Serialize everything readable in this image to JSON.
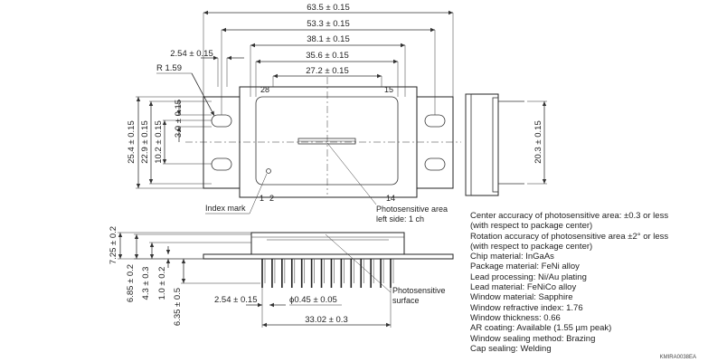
{
  "top_view": {
    "dims": {
      "overall_length": "63.5 ± 0.15",
      "length_53": "53.3 ± 0.15",
      "length_38": "38.1 ± 0.15",
      "length_35": "35.6 ± 0.15",
      "length_27": "27.2 ± 0.15",
      "pitch_254": "2.54 ± 0.15",
      "radius": "R 1.59",
      "hole_30": "3.0 ± 0.15",
      "height_102": "10.2 ± 0.15",
      "height_229": "22.9 ± 0.15",
      "height_254": "25.4 ± 0.15"
    },
    "pins": {
      "p28": "28",
      "p15": "15",
      "p1": "1",
      "p2": "2",
      "p14": "14"
    },
    "index_mark": "Index mark",
    "photosensitive_area_line1": "Photosensitive area",
    "photosensitive_area_line2": "left side: 1 ch"
  },
  "side_view": {
    "dims": {
      "height_203": "20.3 ± 0.15"
    }
  },
  "front_view": {
    "dims": {
      "h_725": "7.25 ± 0.2",
      "h_685": "6.85 ± 0.2",
      "h_43": "4.3 ± 0.3",
      "h_10": "1.0 ± 0.2",
      "h_635": "6.35 ± 0.5",
      "pitch_254": "2.54 ± 0.15",
      "pin_diameter": "ϕ0.45 ± 0.05",
      "span_3302": "33.02 ± 0.3"
    },
    "photosensitive_surface_line1": "Photosensitive",
    "photosensitive_surface_line2": "surface"
  },
  "notes": [
    "Center accuracy of photosensitive area: ±0.3 or less",
    "(with respect to package center)",
    "Rotation accuracy of photosensitive area ±2° or less",
    "(with respect to package center)",
    "Chip material: InGaAs",
    "Package material: FeNi alloy",
    "Lead processing: Ni/Au plating",
    "Lead material: FeNiCo alloy",
    "Window material: Sapphire",
    "Window refractive index: 1.76",
    "Window thickness: 0.66",
    "AR coating: Available (1.55 µm peak)",
    "Window sealing method: Brazing",
    "Cap sealing: Welding"
  ],
  "drawing_code": "KMIRA0038EA"
}
